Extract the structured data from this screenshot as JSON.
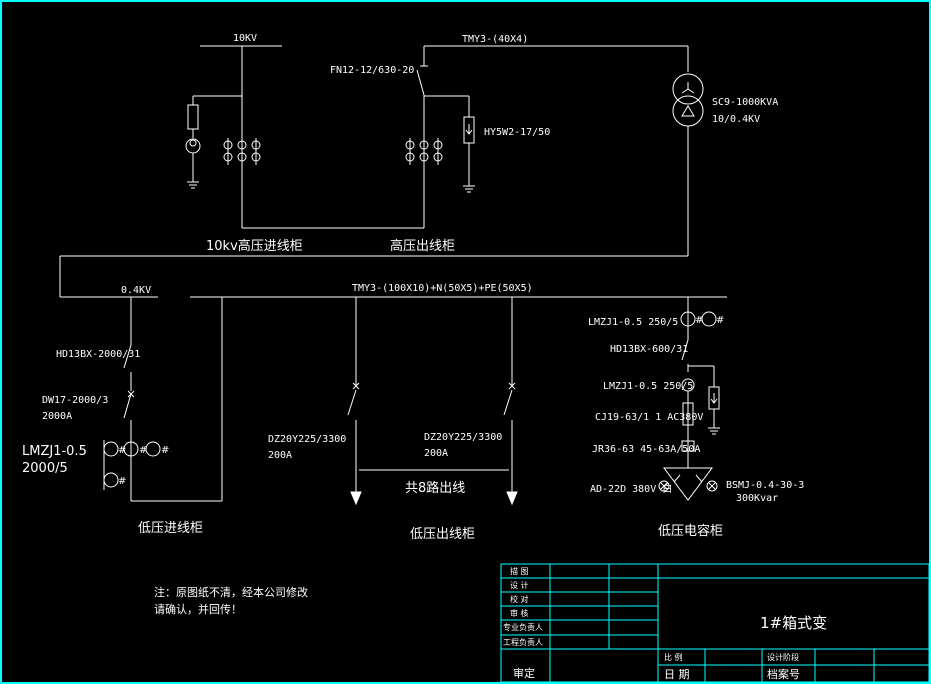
{
  "colors": {
    "background": "#000000",
    "lines": "#ffffff",
    "frame": "#00ffff",
    "titleblock": "#00ffff"
  },
  "hv": {
    "bus_label": "10KV",
    "incoming_cabinet": "10kv高压进线柜",
    "outgoing_cabinet": "高压出线柜",
    "switch_label": "FN12-12/630-20",
    "cable_label": "TMY3-(40X4)",
    "arrester_label": "HY5W2-17/50",
    "transformer_model": "SC9-1000KVA",
    "transformer_ratio": "10/0.4KV"
  },
  "lv": {
    "bus_voltage": "0.4KV",
    "bus_spec": "TMY3-(100X10)+N(50X5)+PE(50X5)",
    "incoming": {
      "isolator": "HD13BX-2000/31",
      "breaker_model": "DW17-2000/3",
      "breaker_rating": "2000A",
      "ct_model": "LMZJ1-0.5",
      "ct_ratio": "2000/5",
      "cabinet": "低压进线柜"
    },
    "outgoing": {
      "breaker1_model": "DZ20Y225/3300",
      "breaker1_rating": "200A",
      "breaker2_model": "DZ20Y225/3300",
      "breaker2_rating": "200A",
      "circuit_note": "共8路出线",
      "cabinet": "低压出线柜"
    },
    "capacitor": {
      "ct_top": "LMZJ1-0.5  250/5",
      "isolator": "HD13BX-600/31",
      "ct_mid": "LMZJ1-0.5  250/5",
      "contactor": "CJ19-63/1 1 AC380V",
      "fuse": "JR36-63 45-63A/50A",
      "lamp": "AD-22D 380V 白",
      "capacitor_model": "BSMJ-0.4-30-3",
      "capacitor_rating": "300Kvar",
      "cabinet": "低压电容柜"
    },
    "ct_mark": "#"
  },
  "note": {
    "line1": "注：原图纸不清，经本公司修改",
    "line2": "请确认，并回传！"
  },
  "titleblock": {
    "rows": [
      "描 图",
      "设 计",
      "校 对",
      "审 核",
      "专业负责人",
      "工程负责人"
    ],
    "approve": "审定",
    "scale": "比 例",
    "date": "日 期",
    "stage": "设计阶段",
    "archive": "档案号",
    "drawing_title": "1#箱式变"
  }
}
